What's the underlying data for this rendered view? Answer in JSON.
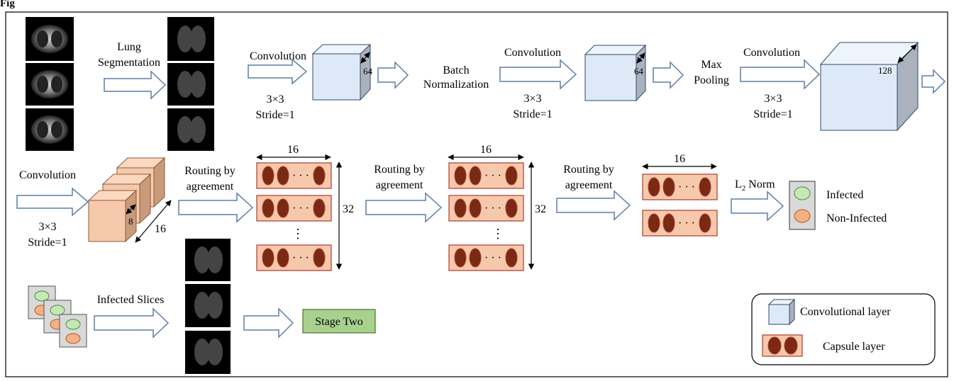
{
  "figure": {
    "caption": "Fig"
  },
  "row1": {
    "lung_segmentation": [
      "Lung",
      "Segmentation"
    ],
    "conv_a": {
      "title": "Convolution",
      "kernel": "3×3",
      "stride": "Stride=1"
    },
    "cube_a_depth": "64",
    "batch_normalization": [
      "Batch",
      "Normalization"
    ],
    "conv_b": {
      "title": "Convolution",
      "kernel": "3×3",
      "stride": "Stride=1"
    },
    "cube_b_depth": "64",
    "max_pooling": [
      "Max",
      "Pooling"
    ],
    "conv_c": {
      "title": "Convolution",
      "kernel": "3×3",
      "stride": "Stride=1"
    },
    "cube_c_depth": "128"
  },
  "row2": {
    "conv_d": {
      "title": "Convolution",
      "kernel": "3×3",
      "stride": "Stride=1"
    },
    "caps_a_depth": "8",
    "caps_a_count": "16",
    "routing_1": [
      "Routing by",
      "agreement"
    ],
    "routing_2": [
      "Routing by",
      "agreement"
    ],
    "routing_3": [
      "Routing by",
      "agreement"
    ],
    "primary_width": "16",
    "primary_height": "32",
    "mid_width": "16",
    "mid_height": "32",
    "final_width": "16",
    "norm": {
      "base": "L",
      "subscript": "2",
      "rest": " Norm"
    },
    "output_classes": [
      "Infected",
      "Non-Infected"
    ]
  },
  "row3": {
    "infected_slices": "Infected Slices",
    "stage_two": "Stage Two"
  },
  "legend": {
    "convolutional_layer": "Convolutional layer",
    "capsule_layer": "Capsule layer"
  },
  "glyphs": {
    "dots": "· · ·",
    "vdots": "⋮"
  },
  "colors": {
    "cube_front": "#dde9f6",
    "cube_top": "#eef4fb",
    "cube_side": "#aab2bd",
    "capsule_fill": "#f7c9ac",
    "capsule_stroke": "#b03a2e",
    "capsule_node": "#7a2a12",
    "arrow_stroke": "#5b7fa6",
    "infected": "#c5e8b7",
    "non_infected": "#f4b183",
    "stage_two": "#a9d18e"
  }
}
